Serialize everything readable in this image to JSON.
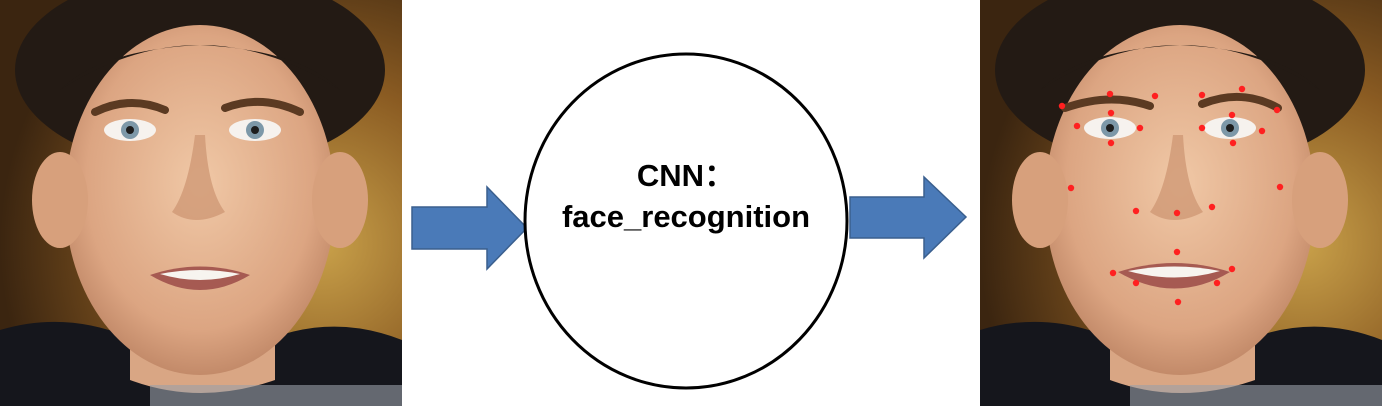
{
  "diagram": {
    "input_image": {
      "icon": "face-photo-icon"
    },
    "model_node": {
      "line1": "CNN：",
      "line2": "face_recognition"
    },
    "output_image": {
      "icon": "face-landmarks-photo-icon",
      "landmark_color": "#ff2020",
      "landmark_count": 25
    },
    "arrow_color": "#4a7ab8",
    "arrow_outline": "#3a5f8e"
  }
}
